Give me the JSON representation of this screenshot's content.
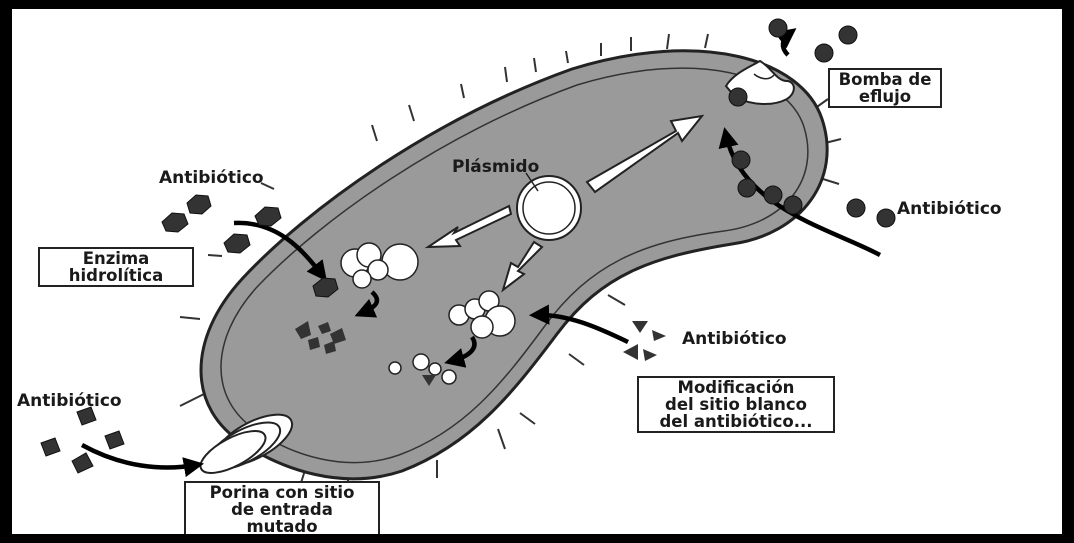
{
  "labels": {
    "plasmid": "Plásmido",
    "antibiotic_top_left": "Antibiótico",
    "antibiotic_right_top": "Antibiótico",
    "antibiotic_middle_right": "Antibiótico",
    "antibiotic_bottom_left": "Antibiótico"
  },
  "boxes": {
    "efflux_pump": [
      "Bomba de",
      "eflujo"
    ],
    "hydrolytic_enzyme": [
      "Enzima",
      "hidrolítica"
    ],
    "target_modification": [
      "Modificación",
      "del sitio blanco",
      "del antibiótico..."
    ],
    "porin": [
      "Porina con sitio",
      "de entrada",
      "mutado"
    ]
  },
  "colors": {
    "frame": "#000000",
    "cell_body": "#9a9a9a",
    "molecule": "#333333",
    "background": "#ffffff"
  }
}
